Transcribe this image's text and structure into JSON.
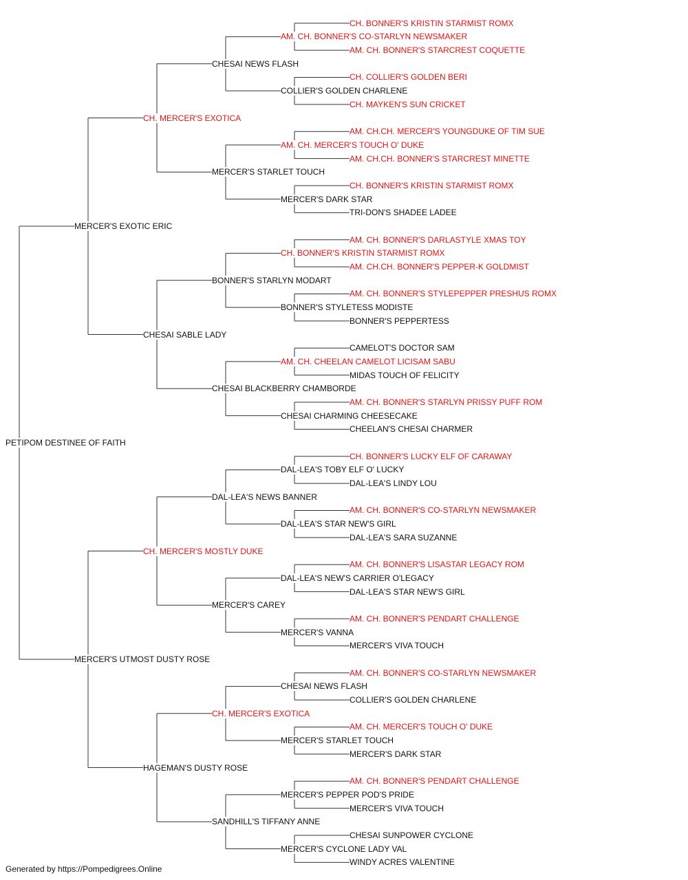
{
  "colors": {
    "champion": "#e01414",
    "regular": "#111111",
    "lines": "#333333"
  },
  "pedigree": {
    "name": "PETIPOM DESTINEE OF FAITH",
    "champion": false,
    "sire": {
      "name": "MERCER'S EXOTIC ERIC",
      "champion": false,
      "sire": {
        "name": "CH. MERCER'S EXOTICA",
        "champion": true,
        "sire": {
          "name": "CHESAI NEWS FLASH",
          "champion": false,
          "sire": {
            "name": "AM. CH. BONNER'S CO-STARLYN NEWSMAKER",
            "champion": true,
            "sire": {
              "name": "CH. BONNER'S KRISTIN STARMIST ROMX",
              "champion": true
            },
            "dam": {
              "name": "AM. CH. BONNER'S STARCREST COQUETTE",
              "champion": true
            }
          },
          "dam": {
            "name": "COLLIER'S GOLDEN CHARLENE",
            "champion": false,
            "sire": {
              "name": "CH. COLLIER'S GOLDEN BERI",
              "champion": true
            },
            "dam": {
              "name": "CH. MAYKEN'S SUN CRICKET",
              "champion": true
            }
          }
        },
        "dam": {
          "name": "MERCER'S STARLET TOUCH",
          "champion": false,
          "sire": {
            "name": "AM. CH. MERCER'S TOUCH O' DUKE",
            "champion": true,
            "sire": {
              "name": "AM. CH.CH. MERCER'S YOUNGDUKE OF TIM SUE",
              "champion": true
            },
            "dam": {
              "name": "AM. CH.CH. BONNER'S STARCREST MINETTE",
              "champion": true
            }
          },
          "dam": {
            "name": "MERCER'S DARK STAR",
            "champion": false,
            "sire": {
              "name": "CH. BONNER'S KRISTIN STARMIST ROMX",
              "champion": true
            },
            "dam": {
              "name": "TRI-DON'S SHADEE LADEE",
              "champion": false
            }
          }
        }
      },
      "dam": {
        "name": "CHESAI SABLE LADY",
        "champion": false,
        "sire": {
          "name": "BONNER'S STARLYN MODART",
          "champion": false,
          "sire": {
            "name": "CH. BONNER'S KRISTIN STARMIST ROMX",
            "champion": true,
            "sire": {
              "name": "AM. CH. BONNER'S DARLASTYLE XMAS TOY",
              "champion": true
            },
            "dam": {
              "name": "AM. CH.CH. BONNER'S PEPPER-K GOLDMIST",
              "champion": true
            }
          },
          "dam": {
            "name": "BONNER'S STYLETESS MODISTE",
            "champion": false,
            "sire": {
              "name": "AM. CH. BONNER'S STYLEPEPPER PRESHUS ROMX",
              "champion": true
            },
            "dam": {
              "name": "BONNER'S PEPPERTESS",
              "champion": false
            }
          }
        },
        "dam": {
          "name": "CHESAI BLACKBERRY CHAMBORDE",
          "champion": false,
          "sire": {
            "name": "AM. CH. CHEELAN CAMELOT LICISAM SABU",
            "champion": true,
            "sire": {
              "name": "CAMELOT'S DOCTOR SAM",
              "champion": false
            },
            "dam": {
              "name": "MIDAS TOUCH OF FELICITY",
              "champion": false
            }
          },
          "dam": {
            "name": "CHESAI CHARMING CHEESECAKE",
            "champion": false,
            "sire": {
              "name": "AM. CH. BONNER'S STARLYN PRISSY PUFF ROM",
              "champion": true
            },
            "dam": {
              "name": "CHEELAN'S CHESAI CHARMER",
              "champion": false
            }
          }
        }
      }
    },
    "dam": {
      "name": "MERCER'S UTMOST DUSTY ROSE",
      "champion": false,
      "sire": {
        "name": "CH. MERCER'S MOSTLY DUKE",
        "champion": true,
        "sire": {
          "name": "DAL-LEA'S NEWS BANNER",
          "champion": false,
          "sire": {
            "name": "DAL-LEA'S TOBY ELF O' LUCKY",
            "champion": false,
            "sire": {
              "name": "CH. BONNER'S LUCKY ELF OF CARAWAY",
              "champion": true
            },
            "dam": {
              "name": "DAL-LEA'S LINDY LOU",
              "champion": false
            }
          },
          "dam": {
            "name": "DAL-LEA'S STAR NEW'S GIRL",
            "champion": false,
            "sire": {
              "name": "AM. CH. BONNER'S CO-STARLYN NEWSMAKER",
              "champion": true
            },
            "dam": {
              "name": "DAL-LEA'S SARA SUZANNE",
              "champion": false
            }
          }
        },
        "dam": {
          "name": "MERCER'S CAREY",
          "champion": false,
          "sire": {
            "name": "DAL-LEA'S NEW'S CARRIER O'LEGACY",
            "champion": false,
            "sire": {
              "name": "AM. CH. BONNER'S LISASTAR LEGACY ROM",
              "champion": true
            },
            "dam": {
              "name": "DAL-LEA'S STAR NEW'S GIRL",
              "champion": false
            }
          },
          "dam": {
            "name": "MERCER'S VANNA",
            "champion": false,
            "sire": {
              "name": "AM. CH. BONNER'S PENDART CHALLENGE",
              "champion": true
            },
            "dam": {
              "name": "MERCER'S VIVA TOUCH",
              "champion": false
            }
          }
        }
      },
      "dam": {
        "name": "HAGEMAN'S DUSTY ROSE",
        "champion": false,
        "sire": {
          "name": "CH. MERCER'S EXOTICA",
          "champion": true,
          "sire": {
            "name": "CHESAI NEWS FLASH",
            "champion": false,
            "sire": {
              "name": "AM. CH. BONNER'S CO-STARLYN NEWSMAKER",
              "champion": true
            },
            "dam": {
              "name": "COLLIER'S GOLDEN CHARLENE",
              "champion": false
            }
          },
          "dam": {
            "name": "MERCER'S STARLET TOUCH",
            "champion": false,
            "sire": {
              "name": "AM. CH. MERCER'S TOUCH O' DUKE",
              "champion": true
            },
            "dam": {
              "name": "MERCER'S DARK STAR",
              "champion": false
            }
          }
        },
        "dam": {
          "name": "SANDHILL'S TIFFANY ANNE",
          "champion": false,
          "sire": {
            "name": "MERCER'S PEPPER POD'S PRIDE",
            "champion": false,
            "sire": {
              "name": "AM. CH. BONNER'S PENDART CHALLENGE",
              "champion": true
            },
            "dam": {
              "name": "MERCER'S VIVA TOUCH",
              "champion": false
            }
          },
          "dam": {
            "name": "MERCER'S CYCLONE LADY VAL",
            "champion": false,
            "sire": {
              "name": "CHESAI SUNPOWER CYCLONE",
              "champion": false
            },
            "dam": {
              "name": "WINDY ACRES VALENTINE",
              "champion": false
            }
          }
        }
      }
    }
  },
  "footer": {
    "text": "Generated by https://Pompedigrees.Online"
  }
}
